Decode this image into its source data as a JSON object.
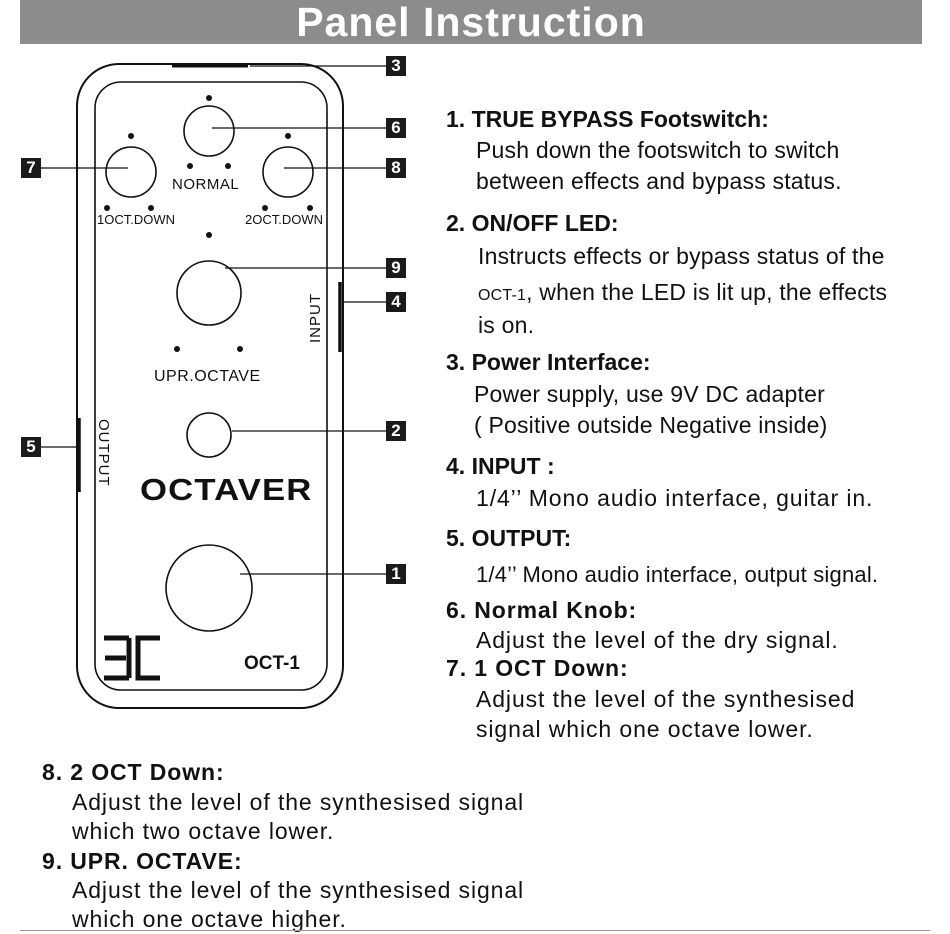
{
  "title": "Panel Instruction",
  "pedal": {
    "labels": {
      "normal": "NORMAL",
      "oct1_down": "1OCT.DOWN",
      "oct2_down": "2OCT.DOWN",
      "upr_octave": "UPR.OCTAVE",
      "input": "INPUT",
      "output": "OUTPUT",
      "name": "OCTAVER",
      "brand": "EC",
      "model": "OCT-1"
    },
    "callouts": [
      "1",
      "2",
      "3",
      "4",
      "5",
      "6",
      "7",
      "8",
      "9"
    ]
  },
  "items": [
    {
      "heading": "1. TRUE BYPASS  Footswitch:",
      "lines": [
        "Push down the footswitch to switch",
        "between effects and bypass status."
      ]
    },
    {
      "heading": "2. ON/OFF LED:",
      "lines": [
        "Instructs effects or bypass status of the"
      ],
      "line2_prefix": "OCT-1",
      "line2_rest": ", when the LED is lit up, the effects",
      "line3": "is on."
    },
    {
      "heading": "3. Power Interface:",
      "lines": [
        "Power supply, use 9V DC adapter",
        "( Positive outside Negative inside)"
      ]
    },
    {
      "heading": "4. INPUT :",
      "lines": [
        "1/4’’ Mono audio interface, guitar in."
      ]
    },
    {
      "heading": "5. OUTPUT:",
      "lines": [
        "1/4’’ Mono audio interface, output signal."
      ]
    },
    {
      "heading": "6. Normal Knob:",
      "lines": [
        "Adjust the level of the dry signal."
      ]
    },
    {
      "heading": "7. 1 OCT Down:",
      "lines": [
        "Adjust the level of the synthesised",
        "signal which one octave lower."
      ]
    },
    {
      "heading": "8. 2 OCT Down:",
      "lines": [
        "Adjust the level of the synthesised signal",
        "which two octave lower."
      ]
    },
    {
      "heading": "9. UPR. OCTAVE:",
      "lines": [
        "Adjust the level of the synthesised signal",
        "which one octave higher."
      ]
    }
  ]
}
